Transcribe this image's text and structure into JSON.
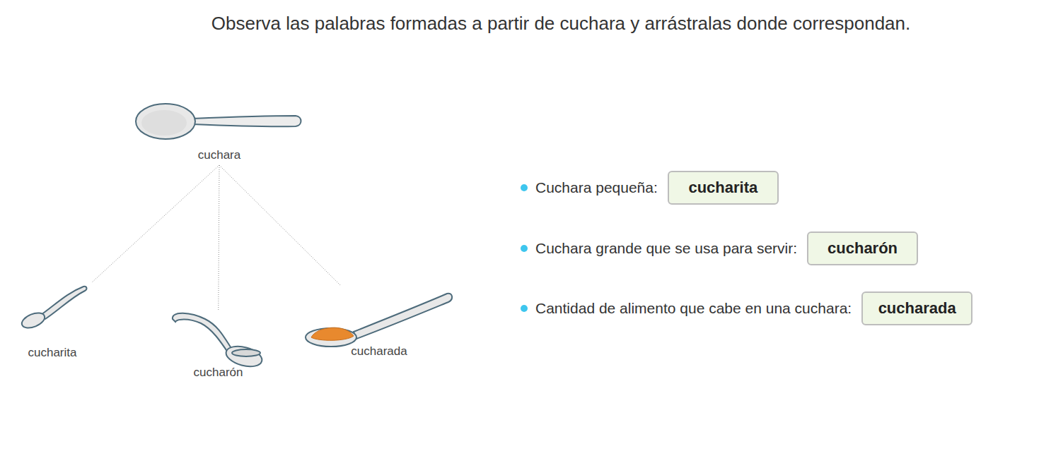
{
  "diagram": {
    "title": "Observa las palabras formadas a partir de cuchara y arrástralas donde correspondan.",
    "nodes": [
      {
        "text": [
          "cuchara"
        ]
      },
      {
        "text": [
          "cucharita"
        ]
      },
      {
        "text": [
          "cucharón"
        ]
      },
      {
        "text": [
          "cucharada"
        ]
      },
      {
        "text": [
          "cucharita"
        ]
      },
      {
        "text": [
          "cucharón"
        ]
      },
      {
        "text": [
          "cucharada"
        ]
      }
    ],
    "edges": [
      {
        "from": 0,
        "to": 1,
        "arrow": "none"
      },
      {
        "from": 0,
        "to": 2,
        "arrow": "none"
      },
      {
        "from": 0,
        "to": 3,
        "arrow": "none"
      }
    ],
    "labels": [
      "Cuchara pequeña:",
      "Cuchara grande que se usa para servir:",
      "Cantidad de alimento que cabe en una cuchara:"
    ]
  }
}
